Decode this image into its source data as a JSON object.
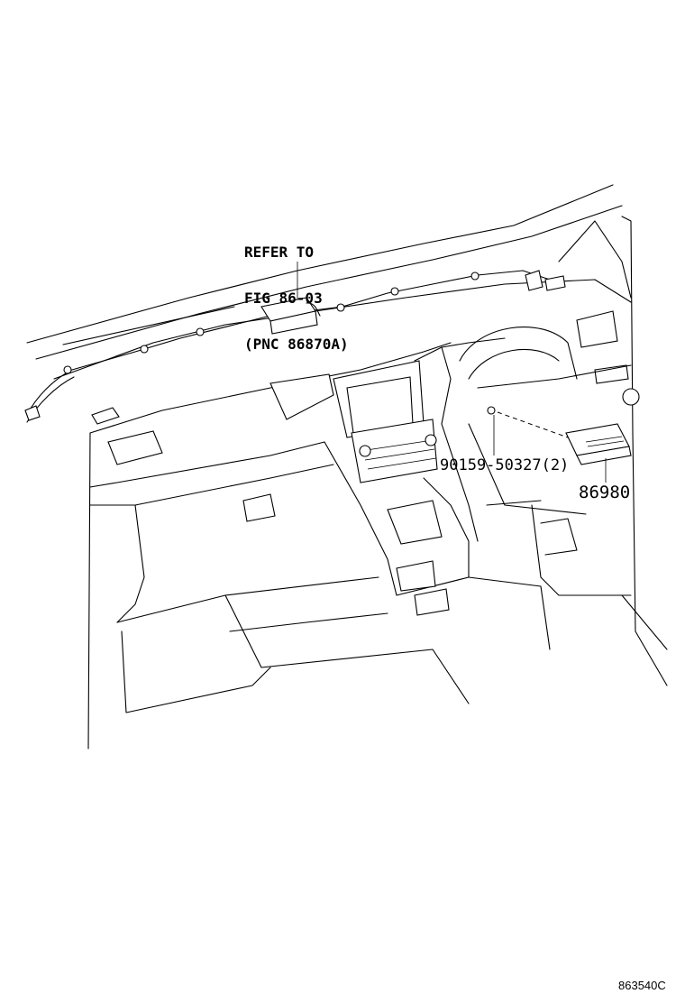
{
  "refer_note": {
    "line1": "REFER TO",
    "line2": "FIG 86-03",
    "line3": "(PNC 86870A)"
  },
  "parts": {
    "bolt_label": "90159-50327(2)",
    "module_label": "86980"
  },
  "figure_id": "863540C"
}
